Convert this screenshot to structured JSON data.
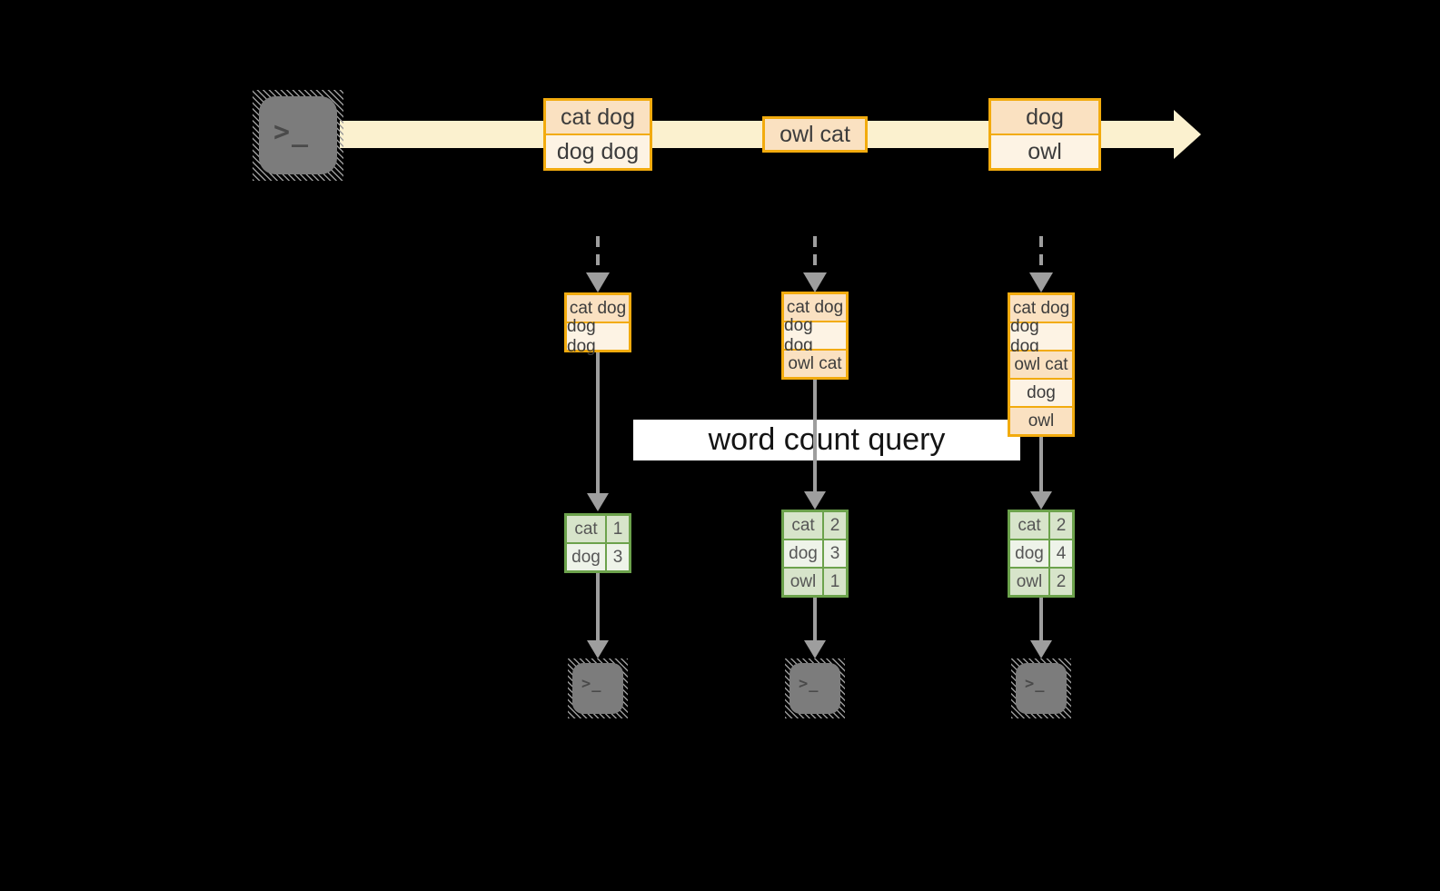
{
  "banner": {
    "label": "word count query"
  },
  "icons": {
    "producer": "terminal-icon",
    "consumer": "terminal-icon",
    "terminal_glyph": ">_"
  },
  "stream": {
    "messages": [
      {
        "cells": [
          "cat dog",
          "dog dog"
        ]
      },
      {
        "cells": [
          "owl cat"
        ]
      },
      {
        "cells": [
          "dog",
          "owl"
        ]
      }
    ]
  },
  "columns": [
    {
      "buffer": [
        "cat dog",
        "dog dog"
      ],
      "table": {
        "rows": [
          {
            "word": "cat",
            "count": "1"
          },
          {
            "word": "dog",
            "count": "3"
          }
        ]
      }
    },
    {
      "buffer": [
        "cat dog",
        "dog dog",
        "owl cat"
      ],
      "table": {
        "rows": [
          {
            "word": "cat",
            "count": "2"
          },
          {
            "word": "dog",
            "count": "3"
          },
          {
            "word": "owl",
            "count": "1"
          }
        ]
      }
    },
    {
      "buffer": [
        "cat dog",
        "dog dog",
        "owl cat",
        "dog",
        "owl"
      ],
      "table": {
        "rows": [
          {
            "word": "cat",
            "count": "2"
          },
          {
            "word": "dog",
            "count": "4"
          },
          {
            "word": "owl",
            "count": "2"
          }
        ]
      }
    }
  ],
  "colors": {
    "background": "#000000",
    "stream_band": "#fbf1cf",
    "box_border": "#f2ab0e",
    "cell_peach": "#fae1c1",
    "cell_cream": "#fdf3e4",
    "table_border": "#6ca24c",
    "table_row_dark": "#d7e4ca",
    "table_row_light": "#eef3e9",
    "arrow_gray": "#9e9e9e",
    "banner_bg": "#ffffff"
  }
}
